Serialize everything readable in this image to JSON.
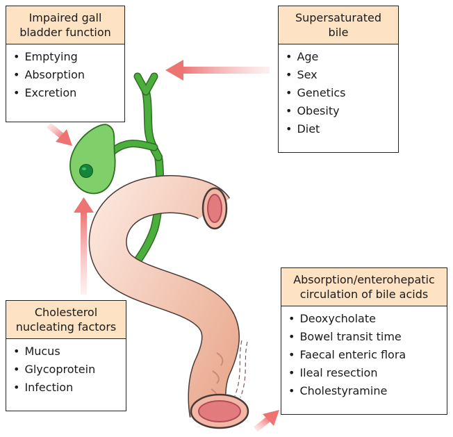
{
  "boxes": {
    "gallbladder": {
      "title": [
        "Impaired gall",
        "bladder function"
      ],
      "items": [
        "Emptying",
        "Absorption",
        "Excretion"
      ]
    },
    "bile": {
      "title": [
        "Supersaturated",
        "bile"
      ],
      "items": [
        "Age",
        "Sex",
        "Genetics",
        "Obesity",
        "Diet"
      ]
    },
    "nucleating": {
      "title": [
        "Cholesterol",
        "nucleating factors"
      ],
      "items": [
        "Mucus",
        "Glycoprotein",
        "Infection"
      ]
    },
    "absorption": {
      "title": [
        "Absorption/enterohepatic",
        "circulation of bile acids"
      ],
      "items": [
        "Deoxycholate",
        "Bowel transit time",
        "Faecal enteric flora",
        "Ileal resection",
        "Cholestyramine"
      ]
    }
  },
  "colors": {
    "box_header": "#fde2c3",
    "arrow": "#ef7f7f",
    "biliary_green": "#4cae3d",
    "gallstone": "#1a8a3a",
    "intestine": "#f4b9a5"
  }
}
